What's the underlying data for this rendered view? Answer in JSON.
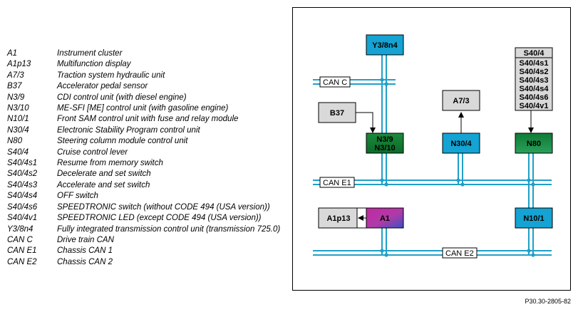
{
  "legend": [
    {
      "code": "A1",
      "desc": "Instrument cluster"
    },
    {
      "code": "A1p13",
      "desc": "Multifunction display"
    },
    {
      "code": "A7/3",
      "desc": "Traction system hydraulic unit"
    },
    {
      "code": "B37",
      "desc": "Accelerator pedal sensor"
    },
    {
      "code": "N3/9",
      "desc": "CDI control unit (with diesel engine)"
    },
    {
      "code": "N3/10",
      "desc": "ME-SFI [ME] control unit (with gasoline engine)"
    },
    {
      "code": "N10/1",
      "desc": "Front SAM control unit with fuse and relay module"
    },
    {
      "code": "N30/4",
      "desc": "Electronic Stability Program control unit"
    },
    {
      "code": "N80",
      "desc": "Steering column module control unit"
    },
    {
      "code": "S40/4",
      "desc": "Cruise control lever"
    },
    {
      "code": "S40/4s1",
      "desc": "Resume from memory switch"
    },
    {
      "code": "S40/4s2",
      "desc": "Decelerate and set switch"
    },
    {
      "code": "S40/4s3",
      "desc": "Accelerate and set switch"
    },
    {
      "code": "S40/4s4",
      "desc": "OFF switch"
    },
    {
      "code": "S40/4s6",
      "desc": "SPEEDTRONIC switch (without CODE 494 (USA version))"
    },
    {
      "code": "S40/4v1",
      "desc": "SPEEDTRONIC LED (except CODE 494 (USA version))"
    },
    {
      "code": "Y3/8n4",
      "desc": "Fully integrated transmission control unit (transmission 725.0)"
    },
    {
      "code": "CAN C",
      "desc": "Drive train CAN"
    },
    {
      "code": "CAN E1",
      "desc": "Chassis CAN 1"
    },
    {
      "code": "CAN E2",
      "desc": "Chassis CAN 2"
    }
  ],
  "diagram": {
    "buses": {
      "can_c": "CAN C",
      "can_e1": "CAN E1",
      "can_e2": "CAN E2"
    },
    "boxes": {
      "y38n4": "Y3/8n4",
      "b37": "B37",
      "n39": "N3/9",
      "n310": "N3/10",
      "a73": "A7/3",
      "n304": "N30/4",
      "s404_group": [
        "S40/4",
        "S40/4s1",
        "S40/4s2",
        "S40/4s3",
        "S40/4s4",
        "S40/4s6",
        "S40/4v1"
      ],
      "n80": "N80",
      "a1p13": "A1p13",
      "a1": "A1",
      "n101": "N10/1"
    },
    "colors": {
      "bus": "#1fa0c8",
      "cyan_box": "#14a3d2",
      "grey_box": "#d9d9d9",
      "green_top": "#1c8a3a",
      "green_bottom": "#0b6a2c",
      "a1_top": "#c02aa0",
      "a1_bottom": "#3a4fc4"
    }
  },
  "figure_ref": "P30.30-2805-82"
}
